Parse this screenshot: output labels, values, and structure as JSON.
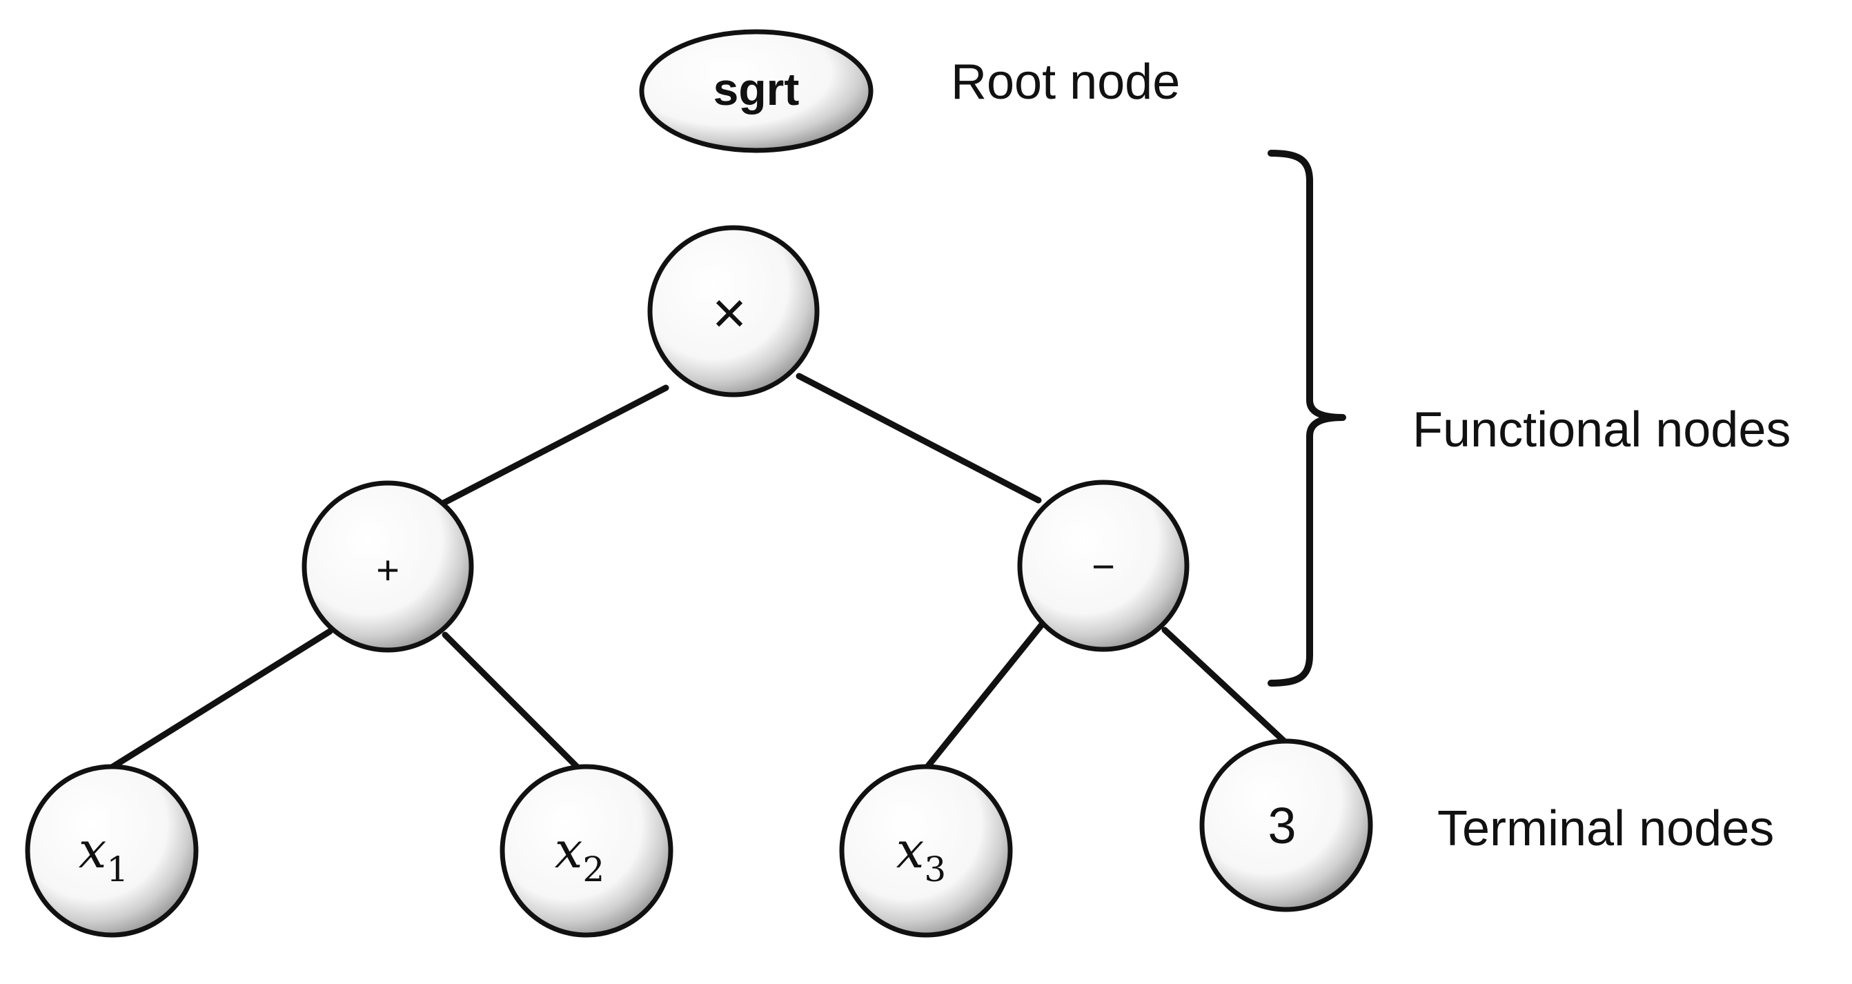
{
  "diagram": {
    "root": {
      "label": "sgrt",
      "caption": "Root node"
    },
    "functional": {
      "caption": "Functional nodes",
      "multiply": "×",
      "plus": "+",
      "minus": "−"
    },
    "terminal": {
      "caption": "Terminal nodes",
      "x1": {
        "base": "x",
        "sub": "1"
      },
      "x2": {
        "base": "x",
        "sub": "2"
      },
      "x3": {
        "base": "x",
        "sub": "3"
      },
      "three": "3"
    }
  }
}
